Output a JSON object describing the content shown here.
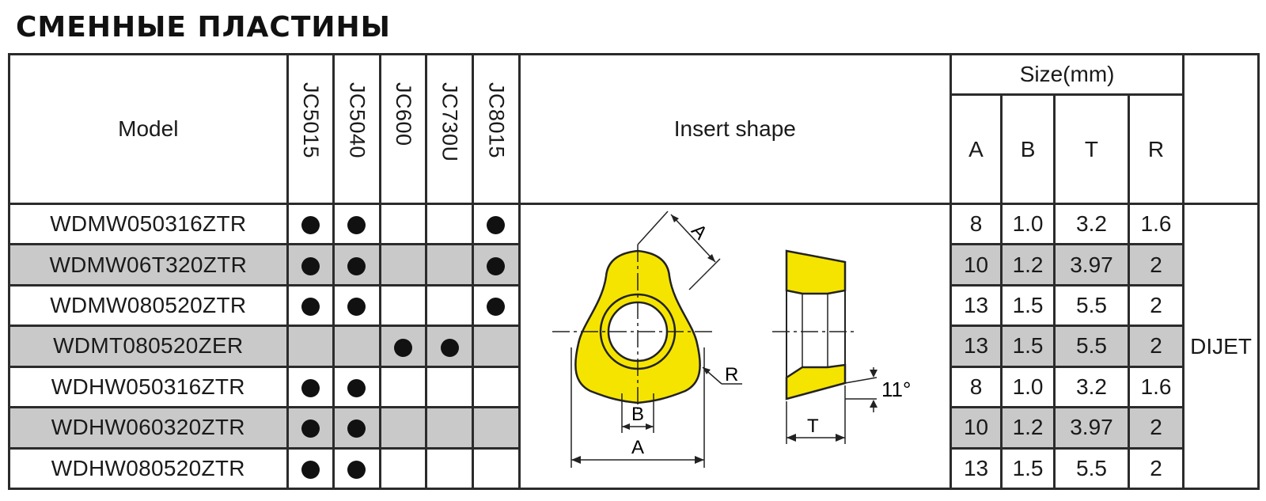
{
  "page_title": "СМЕННЫЕ ПЛАСТИНЫ",
  "header": {
    "model": "Model",
    "grades": [
      "JC5015",
      "JC5040",
      "JC600",
      "JC730U",
      "JC8015"
    ],
    "insert_shape": "Insert shape",
    "size": "Size(mm)",
    "dims": [
      "A",
      "B",
      "T",
      "R"
    ]
  },
  "rows": [
    {
      "model": "WDMW050316ZTR",
      "grades": [
        true,
        true,
        false,
        false,
        true
      ],
      "A": "8",
      "B": "1.0",
      "T": "3.2",
      "R": "1.6",
      "shaded": false
    },
    {
      "model": "WDMW06T320ZTR",
      "grades": [
        true,
        true,
        false,
        false,
        true
      ],
      "A": "10",
      "B": "1.2",
      "T": "3.97",
      "R": "2",
      "shaded": true
    },
    {
      "model": "WDMW080520ZTR",
      "grades": [
        true,
        true,
        false,
        false,
        true
      ],
      "A": "13",
      "B": "1.5",
      "T": "5.5",
      "R": "2",
      "shaded": false
    },
    {
      "model": "WDMT080520ZER",
      "grades": [
        false,
        false,
        true,
        true,
        false
      ],
      "A": "13",
      "B": "1.5",
      "T": "5.5",
      "R": "2",
      "shaded": true
    },
    {
      "model": "WDHW050316ZTR",
      "grades": [
        true,
        true,
        false,
        false,
        false
      ],
      "A": "8",
      "B": "1.0",
      "T": "3.2",
      "R": "1.6",
      "shaded": false
    },
    {
      "model": "WDHW060320ZTR",
      "grades": [
        true,
        true,
        false,
        false,
        false
      ],
      "A": "10",
      "B": "1.2",
      "T": "3.97",
      "R": "2",
      "shaded": true
    },
    {
      "model": "WDHW080520ZTR",
      "grades": [
        true,
        true,
        false,
        false,
        false
      ],
      "A": "13",
      "B": "1.5",
      "T": "5.5",
      "R": "2",
      "shaded": false
    }
  ],
  "brand": "DIJET",
  "drawing": {
    "label_a_top": "A",
    "label_a_bottom": "A",
    "label_b": "B",
    "label_r": "R",
    "label_t": "T",
    "angle": "11°",
    "insert_color": "#f5e400"
  }
}
